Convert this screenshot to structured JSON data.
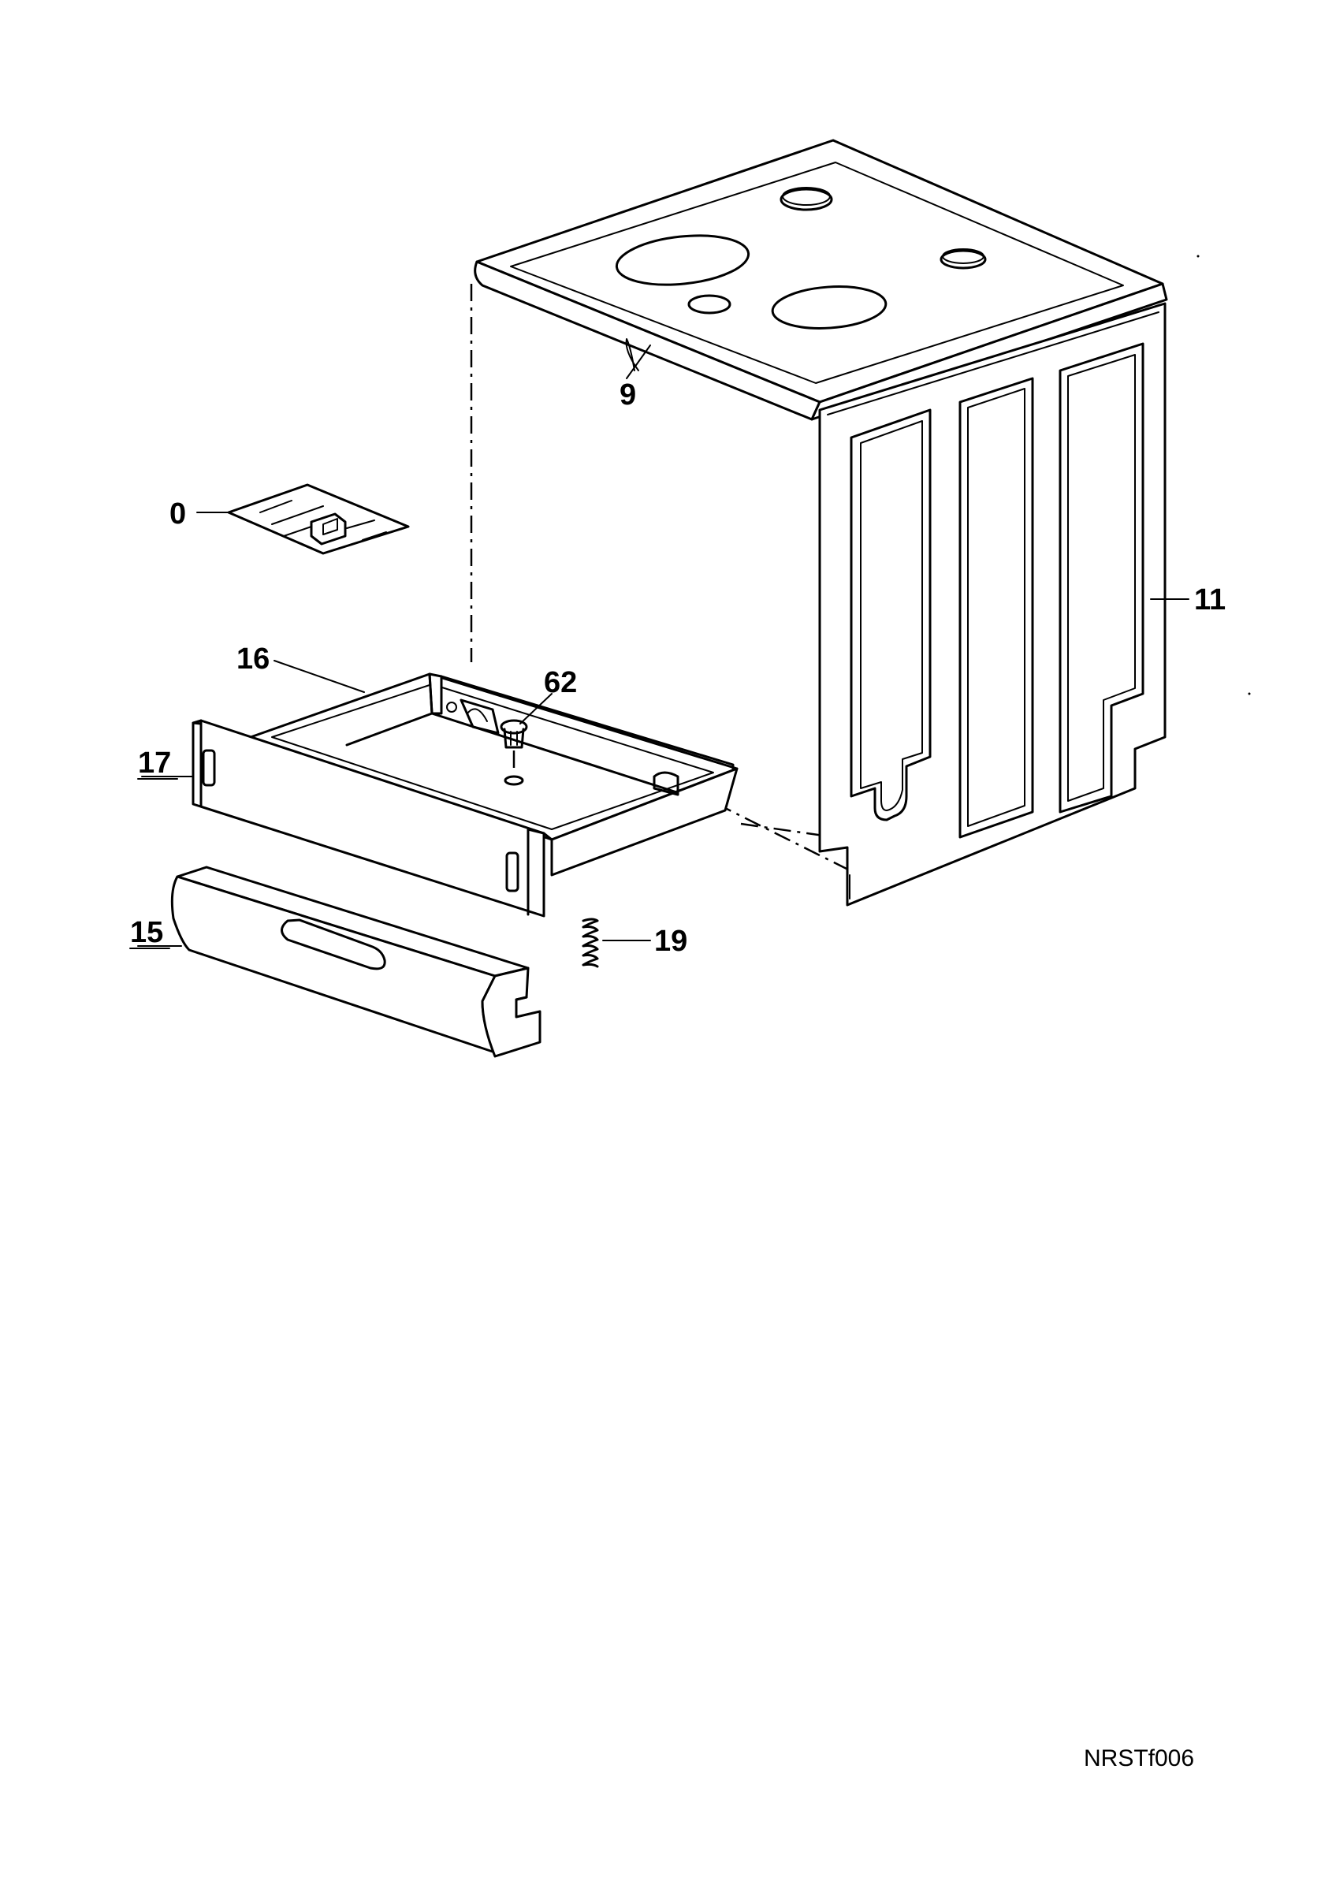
{
  "diagram": {
    "reference_code": "NRSTf006",
    "parts": [
      {
        "id": "cooktop-top",
        "label": "9"
      },
      {
        "id": "manual-booklet",
        "label": "0"
      },
      {
        "id": "side-panel",
        "label": "11"
      },
      {
        "id": "drawer-tray",
        "label": "16"
      },
      {
        "id": "drawer-clip",
        "label": "62"
      },
      {
        "id": "drawer-front",
        "label": "17"
      },
      {
        "id": "drawer-cover",
        "label": "15"
      },
      {
        "id": "spring",
        "label": "19"
      }
    ]
  }
}
